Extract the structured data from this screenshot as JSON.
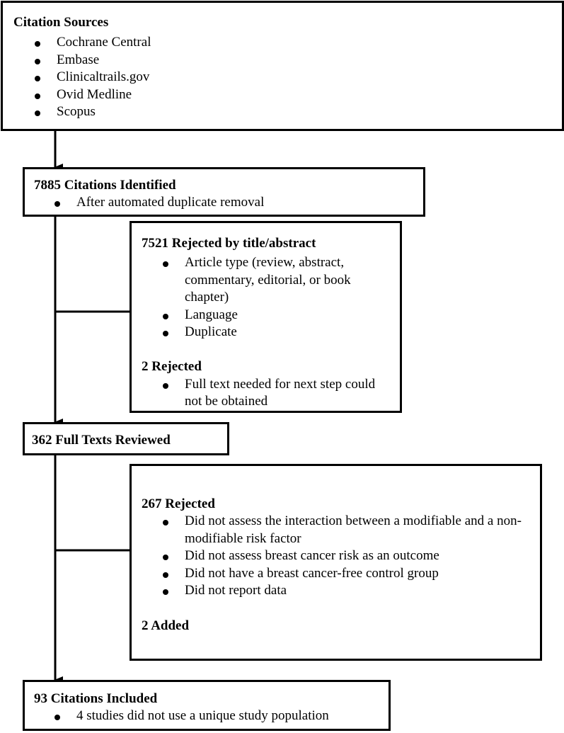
{
  "sources": {
    "title": "Citation Sources",
    "items": [
      "Cochrane Central",
      "Embase",
      "Clinicaltrails.gov",
      "Ovid Medline",
      "Scopus"
    ]
  },
  "identified": {
    "title": "7885 Citations Identified",
    "items": [
      "After automated duplicate removal"
    ]
  },
  "rejected_abstract": {
    "title": "7521 Rejected by title/abstract",
    "items": [
      "Article type (review, abstract, commentary, editorial, or book chapter)",
      "Language",
      "Duplicate"
    ],
    "title2": "2 Rejected",
    "items2": [
      "Full text needed for next step could not be obtained"
    ]
  },
  "full_texts": {
    "title": "362 Full Texts Reviewed"
  },
  "rejected_full": {
    "title": "267 Rejected",
    "items": [
      "Did not assess the interaction between a modifiable and a non-modifiable risk factor",
      "Did not assess breast cancer risk as an outcome",
      "Did not have a breast cancer-free control group",
      "Did not report data"
    ],
    "title2": "2 Added"
  },
  "included": {
    "title": "93 Citations Included",
    "items": [
      "4 studies did not use a unique study population"
    ]
  }
}
